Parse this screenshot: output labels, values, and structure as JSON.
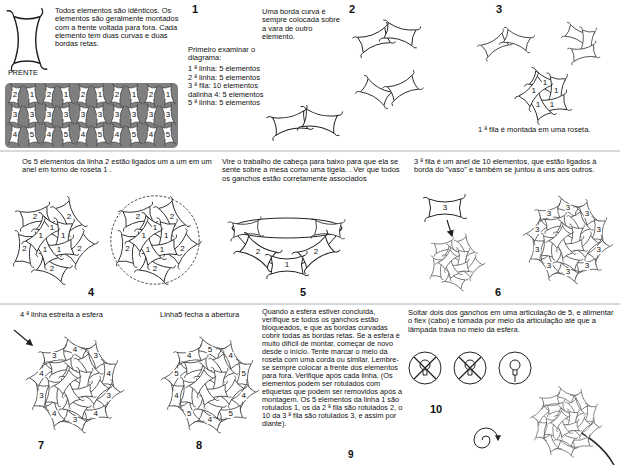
{
  "diagram": {
    "nodes": [
      {
        "text": [
          "2",
          "1",
          "2",
          "1",
          "2",
          "1",
          "2",
          "1",
          "2",
          "1",
          "3",
          "3",
          "3",
          "3",
          "3",
          "3",
          "3",
          "3",
          "3",
          "3",
          "4",
          "5",
          "4",
          "5",
          "4",
          "5",
          "4",
          "5",
          "4",
          "5"
        ]
      }
    ],
    "labels": [
      "Todos elementos são idênticos. Os elementos são geralmente montados com a frente voltada para fora. Cada elemento tem duas curvas e duas bordas retas.",
      "FRENTE",
      "1",
      "Primeiro examinar o diagrama:",
      "1 ª linha: 5 elementos",
      "2 ª linha: 5 elementos",
      "3 ª fila: 10 elementos",
      "dalinha 4: 5 elementos",
      "5 ª linha: 5 elementos",
      "Uma borda curva é sempre colocada sobre a vara de outro elemento.",
      "2",
      "3",
      "1 ª fila é montada em uma roseta.",
      "Os 5 elementos da linha 2 estão ligados um a um em um anel em torno de roseta 1 .",
      "4",
      "Vire o trabalho de cabeça para baixo para que ela se sente sobre a mesa como uma tigela. . Ver que todos os ganchos estão corretamente associados",
      "5",
      "3 ª fila é um anel de 10 elementos, que estão ligados à borda do \"vaso\" e também se juntou à uns aos outros.",
      "6",
      "4 ª linha estreita a esfera",
      "Linha5 fecha a abertura",
      "Quando a esfera estiver concluída, verifique se todos os ganchos estão bloqueados, e que as bordas curvadas cobrir todas as bordas retas. Se a esfera é muito difícil de montar, começar de novo desde o início. Tente marcar o meio da roseta com uma corda ou similar. Lembre-se sempre colocar a frente dos elementos para fora. Verifique após cada linha. (Os elementos podem ser rotulados com etiquetas que podem ser removidos após a montagem. Os 5 elementos da linha 1 são rotulados 1, os da 2 ª fila são rotulados 2, o 10 da 3 ª fila são rotulados 3, e assim por diante).",
      "7",
      "8",
      "9",
      "Soltar dois dos ganchos em uma articulação de 5, e alimentar o flex (cabo) e tomada por meio da articulação até que a lâmpada trava no meio da esfera.",
      "10",
      "1",
      "1",
      "1",
      "1",
      "1",
      "1",
      "1",
      "1",
      "1",
      "1",
      "2",
      "2",
      "2",
      "2",
      "2",
      "1",
      "1",
      "1",
      "1",
      "1",
      "2",
      "2",
      "2",
      "2",
      "2",
      "2",
      "1",
      "2",
      "3",
      "3",
      "3",
      "3",
      "3",
      "3",
      "3",
      "3",
      "3",
      "3",
      "3",
      "4",
      "3",
      "4",
      "3",
      "4",
      "3",
      "4",
      "3",
      "4",
      "3",
      "5",
      "4",
      "5",
      "4",
      "5",
      "4",
      "5",
      "4",
      "5",
      "4"
    ]
  }
}
